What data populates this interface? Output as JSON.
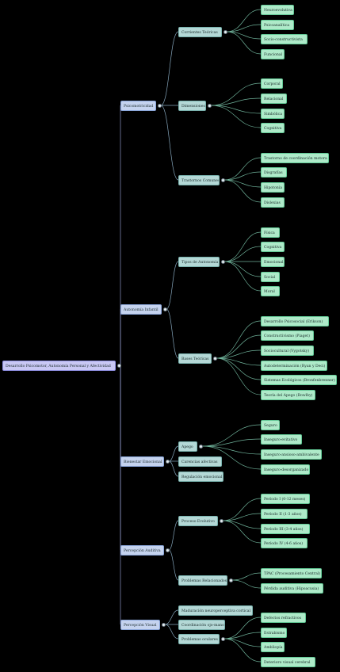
{
  "root": {
    "label": "Desarrollo Psicomotor, Autonomía Personal y Afectividad",
    "children": [
      {
        "label": "Psicomotricidad",
        "children": [
          {
            "label": "Corrientes Teóricas",
            "children": [
              "Neuroevolutiva",
              "Psicoanalítica",
              "Socio-constructivista",
              "Funcional"
            ]
          },
          {
            "label": "Dimensiones",
            "children": [
              "Corporal",
              "Relacional",
              "Simbólica",
              "Cognitiva"
            ]
          },
          {
            "label": "Trastornos Comunes",
            "children": [
              "Trastorno de coordinación motora",
              "Disgrafías",
              "Hipotonía",
              "Dislexias"
            ]
          }
        ]
      },
      {
        "label": "Autonomía Infantil",
        "children": [
          {
            "label": "Tipos de Autonomía",
            "children": [
              "Física",
              "Cognitiva",
              "Emocional",
              "Social",
              "Moral"
            ]
          },
          {
            "label": "Bases Teóricas",
            "children": [
              "Desarrollo Psicosocial (Erikson)",
              "Constructivismo (Piaget)",
              "Sociocultural (Vygotsky)",
              "Autodeterminación (Ryan y Deci)",
              "Sistemas Ecológicos (Bronfenbrenner)",
              "Teoría del Apego (Bowlby)"
            ]
          }
        ]
      },
      {
        "label": "Bienestar Emocional",
        "children": [
          {
            "label": "Apego",
            "children": [
              "Seguro",
              "Inseguro-evitativo",
              "Inseguro-ansioso-ambivalente",
              "Inseguro-desorganizado"
            ]
          },
          {
            "label": "Carencias afectivas",
            "children": []
          },
          {
            "label": "Regulación emocional",
            "children": []
          }
        ]
      },
      {
        "label": "Percepción Auditiva",
        "children": [
          {
            "label": "Proceso Evolutivo",
            "children": [
              "Período I (0-12 meses)",
              "Período II (1-3 años)",
              "Período III (3-4 años)",
              "Período IV (4-6 años)"
            ]
          },
          {
            "label": "Problemas Relacionados",
            "children": [
              "TPAC (Procesamiento Central)",
              "Pérdida auditiva (Hipoacusia)"
            ]
          }
        ]
      },
      {
        "label": "Percepción Visual",
        "children": [
          {
            "label": "Maduración neuroperceptiva cortical",
            "children": []
          },
          {
            "label": "Coordinación ojo-mano",
            "children": []
          },
          {
            "label": "Problemas oculares",
            "children": [
              "Defectos refractivos",
              "Estrabismo",
              "Ambliopía",
              "Deterioro visual cerebral"
            ]
          }
        ]
      }
    ]
  }
}
